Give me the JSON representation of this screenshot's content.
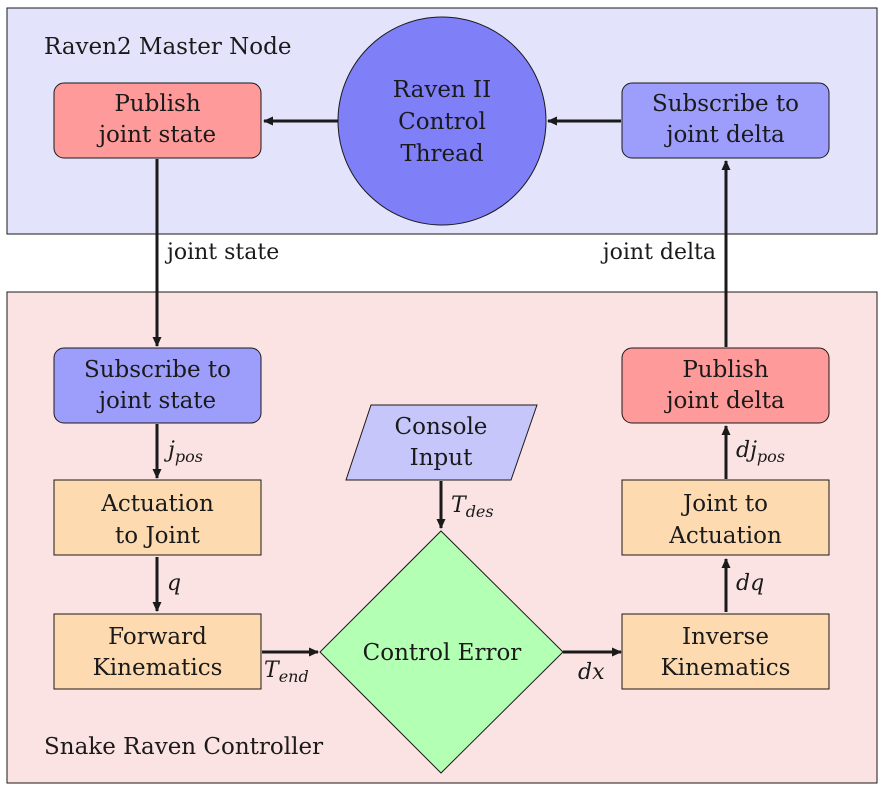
{
  "regions": {
    "master": {
      "label": "Raven2 Master Node"
    },
    "controller": {
      "label": "Snake Raven Controller"
    }
  },
  "nodes": {
    "publish_joint_state": {
      "line1": "Publish",
      "line2": "joint state"
    },
    "control_thread": {
      "line1": "Raven II",
      "line2": "Control",
      "line3": "Thread"
    },
    "subscribe_joint_delta": {
      "line1": "Subscribe to",
      "line2": "joint delta"
    },
    "subscribe_joint_state": {
      "line1": "Subscribe to",
      "line2": "joint state"
    },
    "publish_joint_delta": {
      "line1": "Publish",
      "line2": "joint delta"
    },
    "console_input": {
      "line1": "Console",
      "line2": "Input"
    },
    "actuation_to_joint": {
      "line1": "Actuation",
      "line2": "to Joint"
    },
    "joint_to_actuation": {
      "line1": "Joint to",
      "line2": "Actuation"
    },
    "forward_kinematics": {
      "line1": "Forward",
      "line2": "Kinematics"
    },
    "inverse_kinematics": {
      "line1": "Inverse",
      "line2": "Kinematics"
    },
    "control_error": {
      "label": "Control Error"
    }
  },
  "edge_labels": {
    "joint_state": "joint state",
    "joint_delta": "joint delta",
    "j_pos": {
      "base": "j",
      "sub": "pos"
    },
    "dj_pos": {
      "base": "dj",
      "sub": "pos"
    },
    "q": "q",
    "dq": "dq",
    "T_des": {
      "base": "T",
      "sub": "des"
    },
    "T_end": {
      "base": "T",
      "sub": "end"
    },
    "dx": "dx"
  },
  "colors": {
    "master_bg": "#e3e3fb",
    "controller_bg": "#fce3e3",
    "publish_red": "#ff9a9a",
    "subscribe_blue": "#9d9dfb",
    "thread_blue": "#7f7ff8",
    "console_blue": "#c6c6fb",
    "orange": "#fddab0",
    "green": "#b3ffb3"
  }
}
